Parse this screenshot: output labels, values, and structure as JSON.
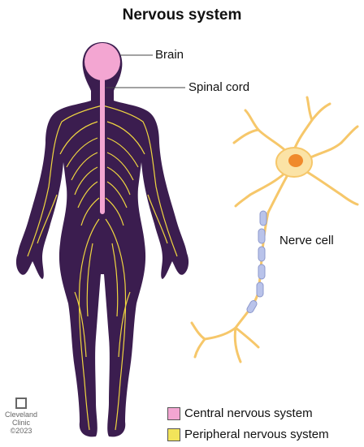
{
  "title": "Nervous system",
  "labels": {
    "brain": "Brain",
    "spinal_cord": "Spinal cord",
    "nerve_cell": "Nerve cell"
  },
  "legend": [
    {
      "label": "Central nervous system",
      "color": "#f3a6d2"
    },
    {
      "label": "Peripheral nervous system",
      "color": "#f2e45a"
    }
  ],
  "colors": {
    "body": "#3b1d4f",
    "nerves": "#f0d640",
    "brain": "#f3a6d2",
    "neuron_body": "#fbe3a6",
    "neuron_nucleus": "#f08a2c",
    "myelin": "#b9c3ea"
  },
  "logo": {
    "line1": "Cleveland",
    "line2": "Clinic",
    "year": "©2023"
  }
}
